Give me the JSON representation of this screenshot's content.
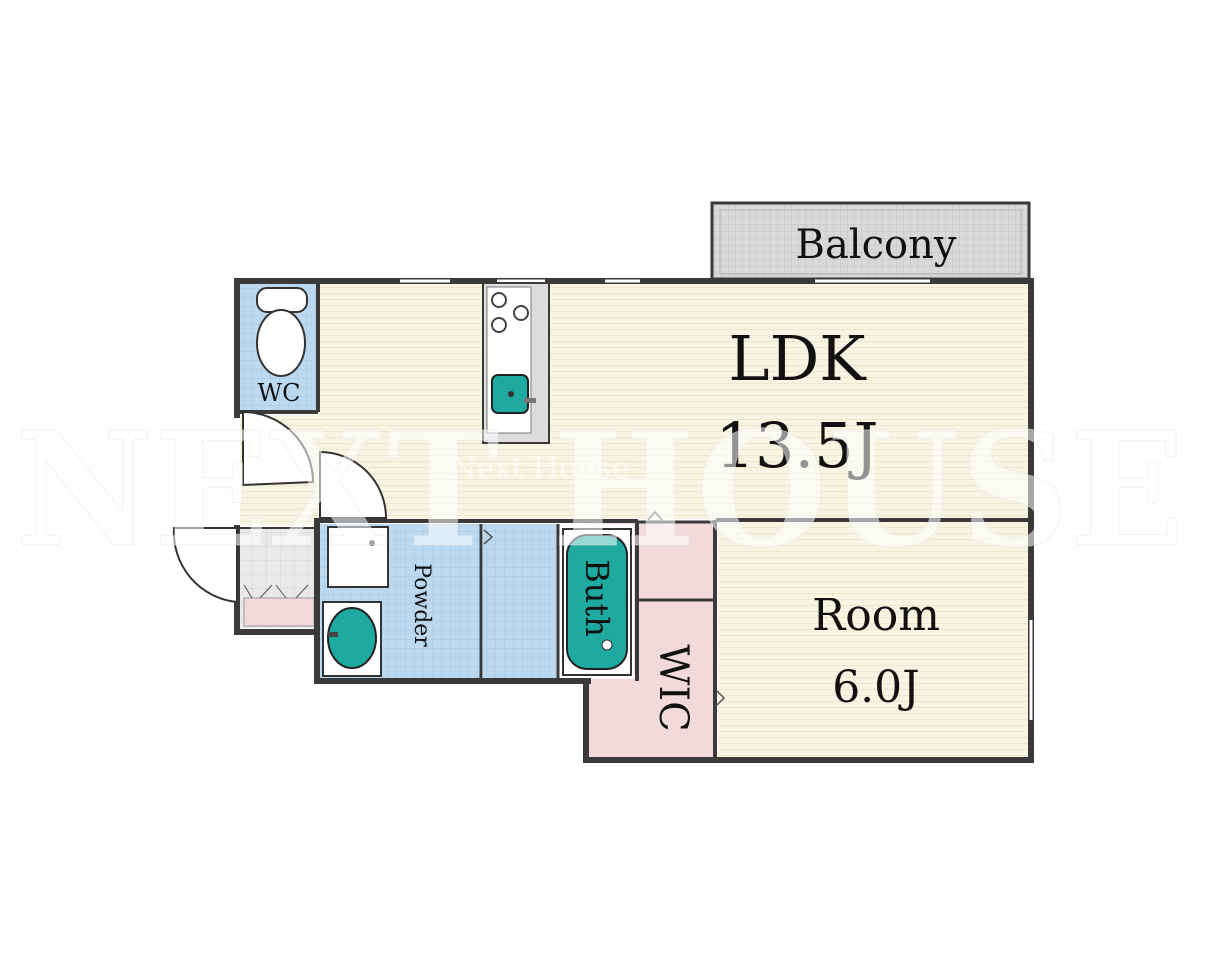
{
  "rooms": {
    "balcony": "Balcony",
    "ldk_name": "LDK",
    "ldk_size": "13.5J",
    "wc": "WC",
    "powder": "Powder",
    "bath": "Buth",
    "wic": "WIC",
    "room_name": "Room",
    "room_size": "6.0J"
  },
  "watermark": {
    "main": "NEXT HOUSE",
    "small": "Next House"
  },
  "colors": {
    "wall": "#3a3a3a",
    "ldk_floor": "#f7f5e2",
    "room_floor": "#f7f5e2",
    "wet_area_tile": "#bcd9ef",
    "wic_floor": "#f3dada",
    "balcony_floor": "#d7d7d7",
    "fixture_teal": "#1eaaa0"
  }
}
